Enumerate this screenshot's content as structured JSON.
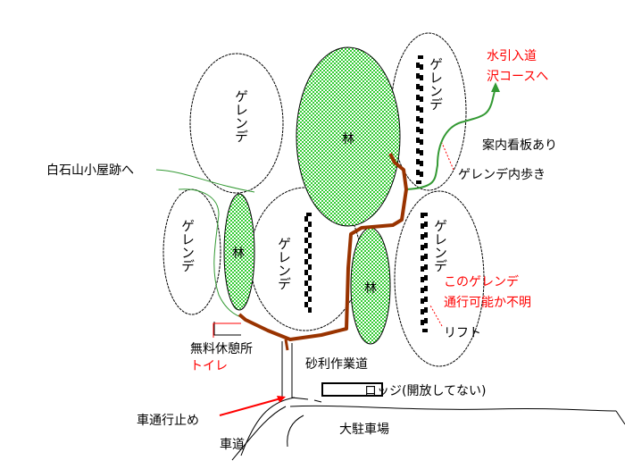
{
  "areas": {
    "slope": "ゲレンデ",
    "forest": "林"
  },
  "labels": {
    "shiraishi": "白石山小屋跡へ",
    "rest_house": "無料休憩所",
    "toilet": "トイレ",
    "gravel_road": "砂利作業道",
    "lodge": "ロッジ(開放してない)",
    "no_cars": "車通行止め",
    "road": "車道",
    "parking": "大駐車場",
    "mizuhiki_1": "水引入道",
    "mizuhiki_2": "沢コースへ",
    "signboard": "案内看板あり",
    "slope_walk": "ゲレンデ内歩き",
    "unknown_1": "このゲレンデ",
    "unknown_2": "通行可能か不明",
    "lift": "リフト"
  },
  "colors": {
    "forest": "#33cc33",
    "trail_brown": "#993300",
    "trail_green": "#339933",
    "note_red": "#ff0000"
  }
}
